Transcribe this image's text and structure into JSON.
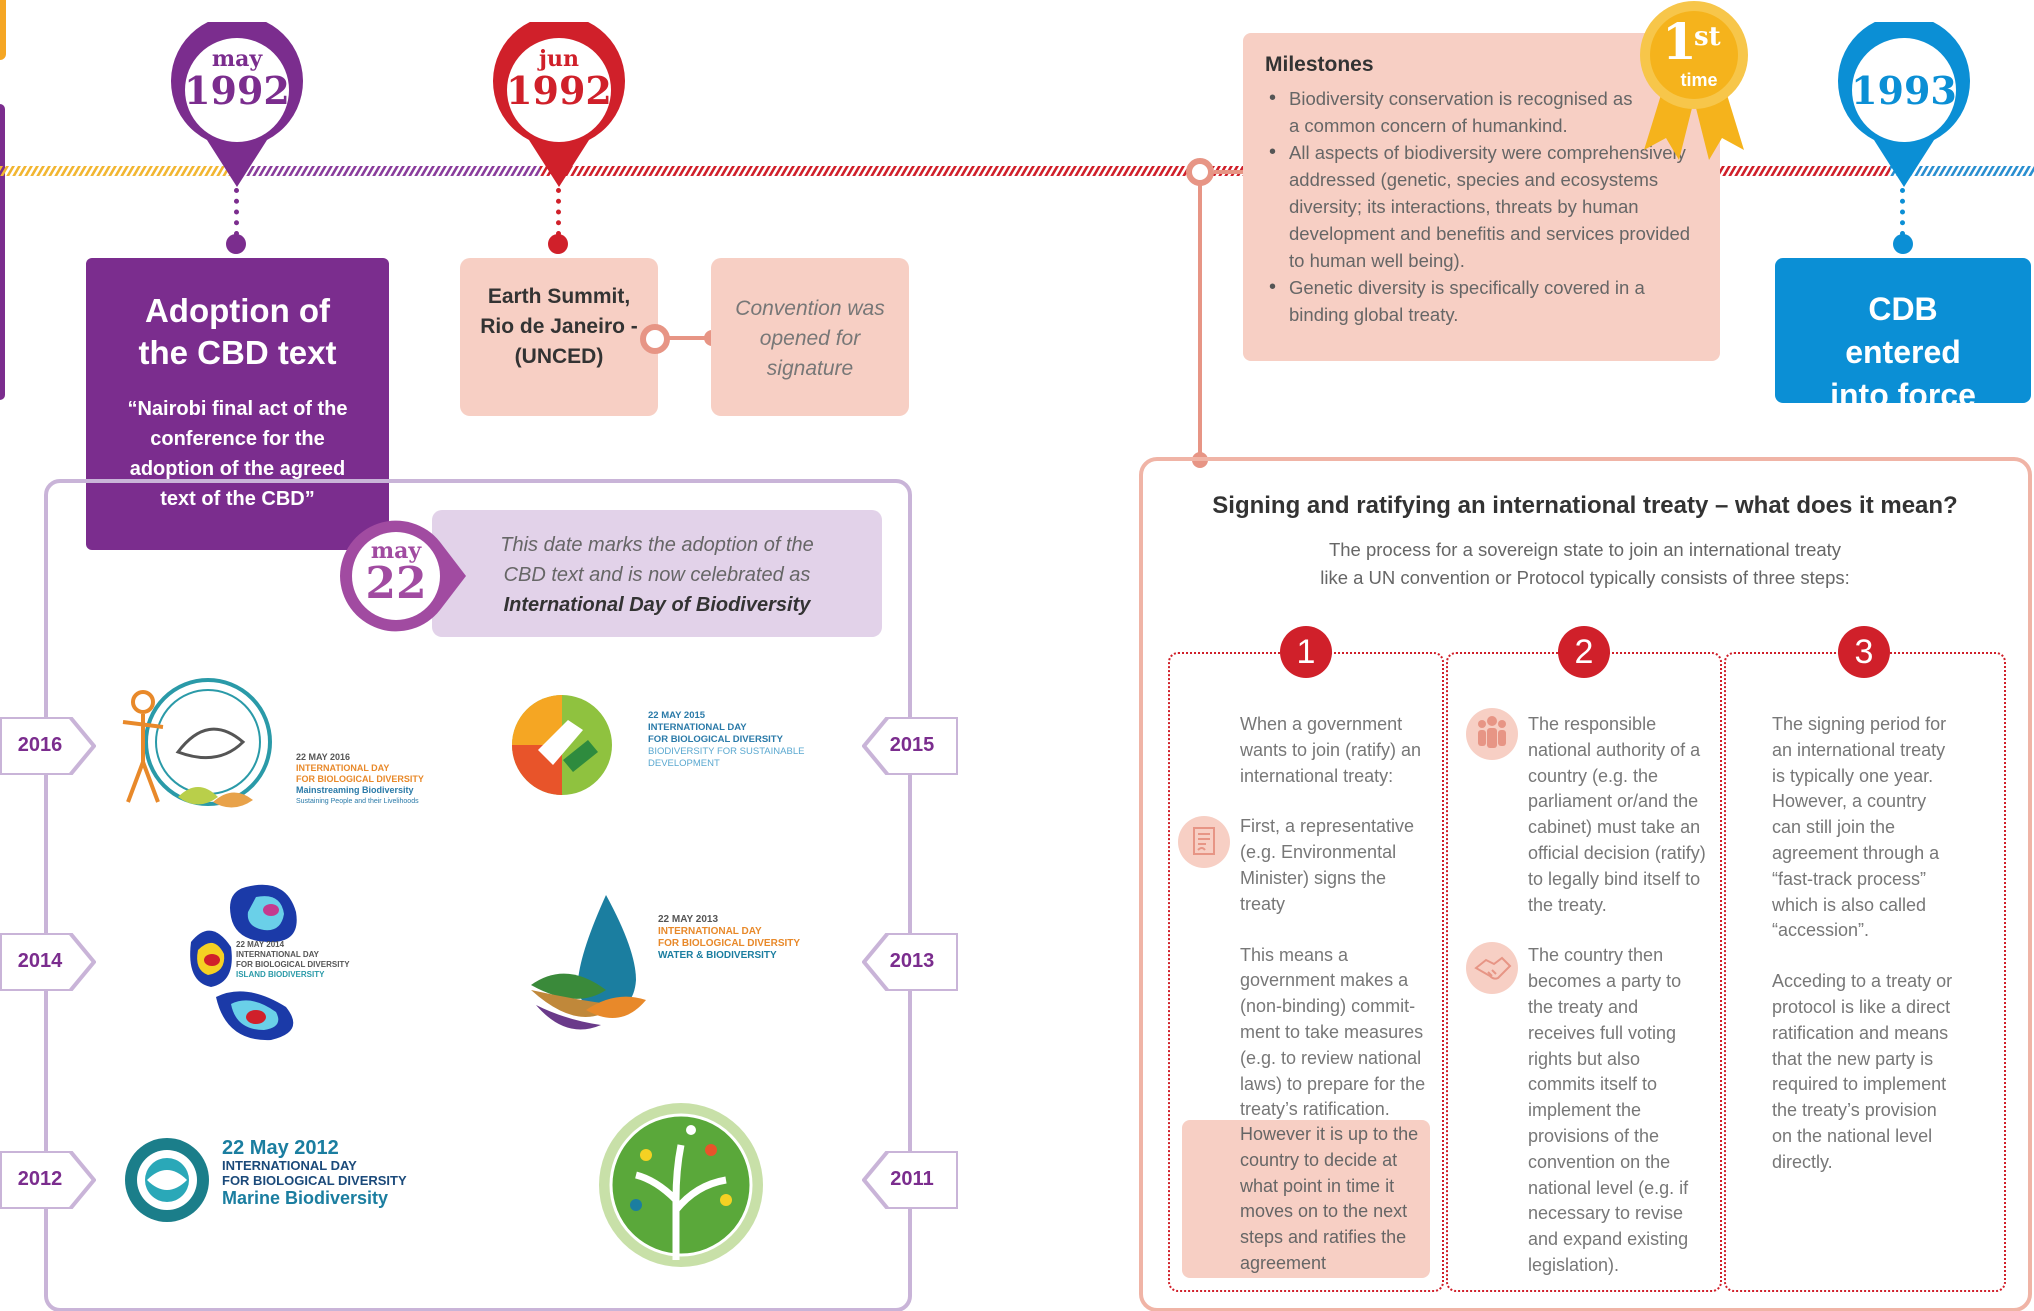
{
  "colors": {
    "purple": "#7b2d8e",
    "red": "#d0202a",
    "blue": "#0b8fd5",
    "peach": "#f7cfc4",
    "lavender": "#e2d2e9",
    "gold": "#f5b31c"
  },
  "pins": {
    "may1992": {
      "month": "may",
      "year": "1992"
    },
    "jun1992": {
      "month": "jun",
      "year": "1992"
    },
    "y1993": {
      "year": "1993"
    },
    "may22": {
      "month": "may",
      "day": "22"
    }
  },
  "adoption": {
    "title": "Adoption of the CBD text",
    "quote": "“Nairobi final act of the conference for the adoption of the agreed text of the CBD”"
  },
  "earth_summit": {
    "label": "Earth Summit, Rio de Janeiro - (UNCED)"
  },
  "convention": {
    "label": "Convention was opened for signature"
  },
  "may22_note": {
    "text": "This date marks the adoption of the CBD text and is now celebrated as",
    "bold": "International Day of Biodiversity"
  },
  "year_tags": [
    "2016",
    "2015",
    "2014",
    "2013",
    "2012",
    "2011"
  ],
  "logos": {
    "l2016": [
      "22 MAY 2016",
      "INTERNATIONAL DAY",
      "FOR BIOLOGICAL DIVERSITY",
      "Mainstreaming Biodiversity",
      "Sustaining People and their Livelihoods"
    ],
    "l2015": [
      "22 MAY 2015",
      "INTERNATIONAL DAY",
      "FOR BIOLOGICAL DIVERSITY",
      "BIODIVERSITY FOR SUSTAINABLE",
      "DEVELOPMENT"
    ],
    "l2014": [
      "22 MAY 2014",
      "INTERNATIONAL DAY",
      "FOR BIOLOGICAL DIVERSITY",
      "ISLAND BIODIVERSITY"
    ],
    "l2013": [
      "22 MAY 2013",
      "INTERNATIONAL DAY",
      "FOR BIOLOGICAL DIVERSITY",
      "WATER & BIODIVERSITY"
    ],
    "l2012": [
      "22 May 2012",
      "INTERNATIONAL DAY",
      "FOR BIOLOGICAL DIVERSITY",
      "Marine Biodiversity"
    ]
  },
  "milestones": {
    "title": "Milestones",
    "items": [
      "Biodiversity conservation is recognised as a common concern of humankind.",
      "All aspects of biodiversity were comprehensively addressed (genetic, species and ecosystems diversity; its interactions, threats by human development and benefitis and services provided to human well being).",
      "Genetic diversity is specifically covered in a binding global treaty."
    ],
    "badge_big": "1",
    "badge_sup": "st",
    "badge_sub": "time"
  },
  "cdb_force": {
    "label": "CDB entered into force"
  },
  "treaty": {
    "title": "Signing and ratifying an international treaty – what does it mean?",
    "intro_1": "The process for a sovereign state to join an international treaty",
    "intro_2": "like a UN convention or Protocol typically consists of three steps:",
    "steps": [
      {
        "num": "1",
        "p1": "When a government wants to join (ratify) an international treaty:",
        "p2": "First, a representative (e.g. Environmental Minister) signs the treaty",
        "p3": "This means a government makes a (non-binding) commit-ment to take measures (e.g. to review national laws) to prepare for the treaty’s ratification.",
        "p4": "However it is up to the country to decide at what point in time it moves on to the next steps and ratifies the agreement"
      },
      {
        "num": "2",
        "p1": "The responsible national authority of a country (e.g. the parliament or/and the cabinet) must take an official decision (ratify) to legally bind itself to the treaty.",
        "p2": "The country then becomes a party to the treaty and receives full voting rights but also commits itself to implement the provisions of the convention on the national level (e.g. if necessary to revise and expand existing legislation)."
      },
      {
        "num": "3",
        "p1": "The signing period for an international treaty is typically one year. However, a country can still join the agreement through a “fast-track process” which is also called “accession”.",
        "p2": "Acceding to a treaty or protocol is like a direct ratification and means that the new party is required to implement the treaty’s provision on the national level directly."
      }
    ]
  }
}
